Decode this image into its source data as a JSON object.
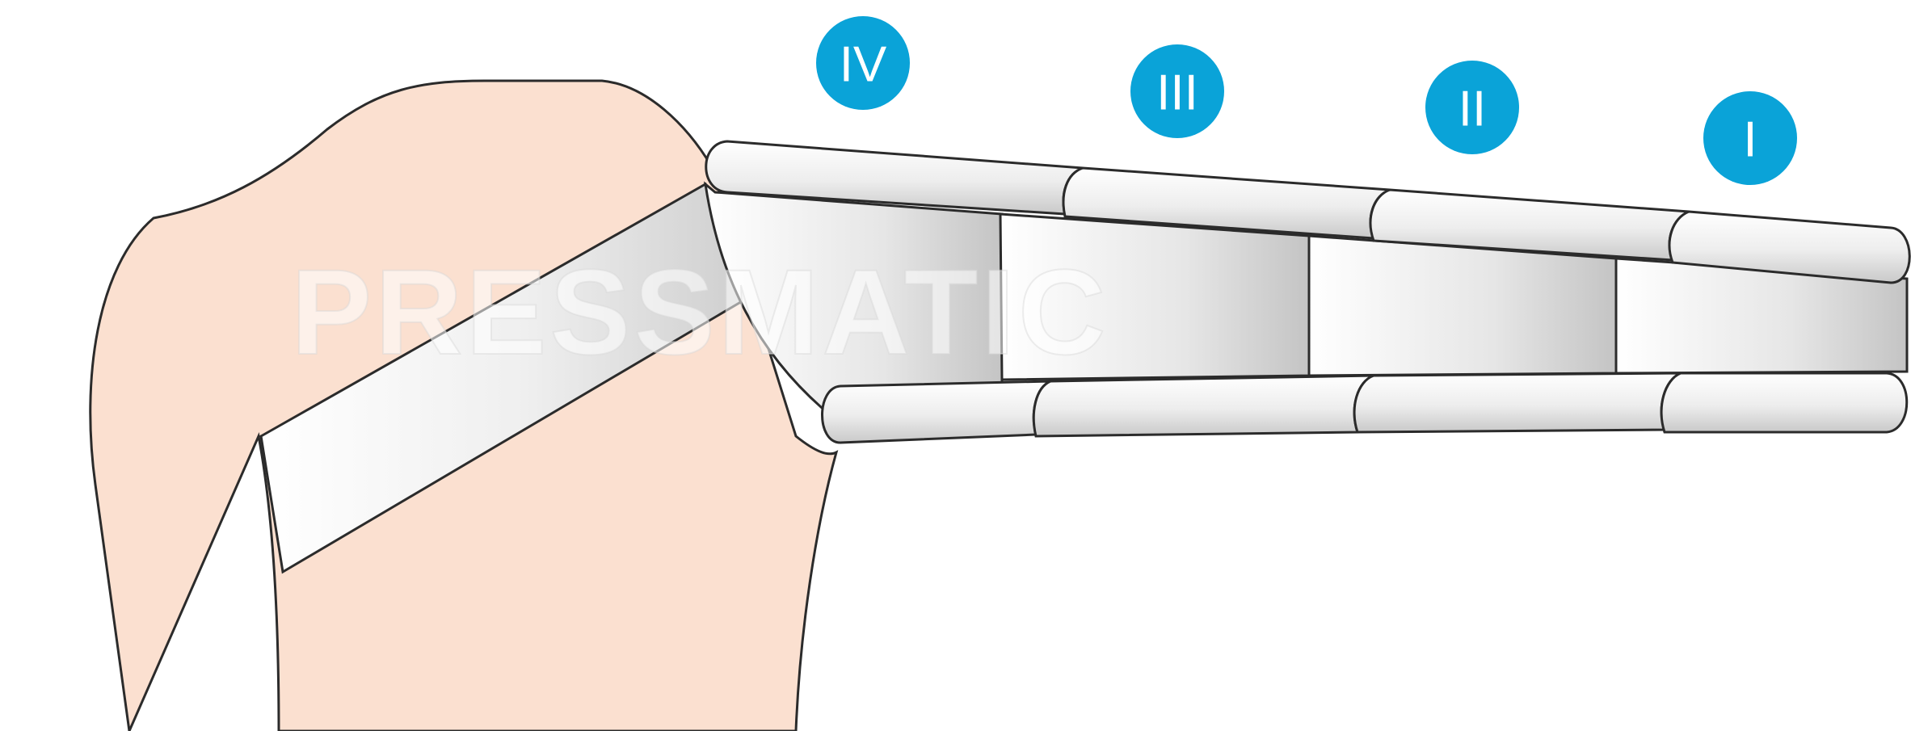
{
  "diagram": {
    "zones": [
      {
        "id": "zone-iv",
        "label": "IV",
        "color": "#0aa3d8"
      },
      {
        "id": "zone-iii",
        "label": "III",
        "color": "#0aa3d8"
      },
      {
        "id": "zone-ii",
        "label": "II",
        "color": "#0aa3d8"
      },
      {
        "id": "zone-i",
        "label": "I",
        "color": "#0aa3d8"
      }
    ],
    "watermark": "PRESSMATIC",
    "colors": {
      "skin": "#fbe0d0",
      "outline": "#2b2b2b",
      "cuff_light": "#fafafa",
      "cuff_mid": "#e4e4e4",
      "cuff_dark": "#c7c7c7",
      "background": "#ffffff"
    }
  }
}
